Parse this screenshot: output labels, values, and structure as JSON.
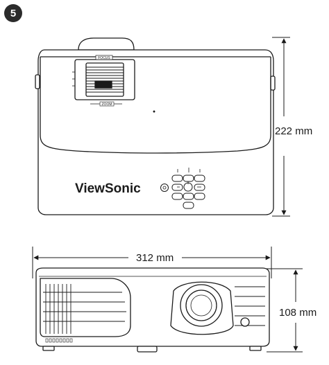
{
  "step": {
    "number": "5"
  },
  "dimensions": {
    "width": "312 mm",
    "depth": "222 mm",
    "height": "108 mm"
  },
  "top_view": {
    "brand": "ViewSonic",
    "focus_label": "FOCUS",
    "zoom_label": "ZOOM"
  },
  "colors": {
    "line": "#1a1a1a",
    "badge": "#2b2b2b"
  }
}
